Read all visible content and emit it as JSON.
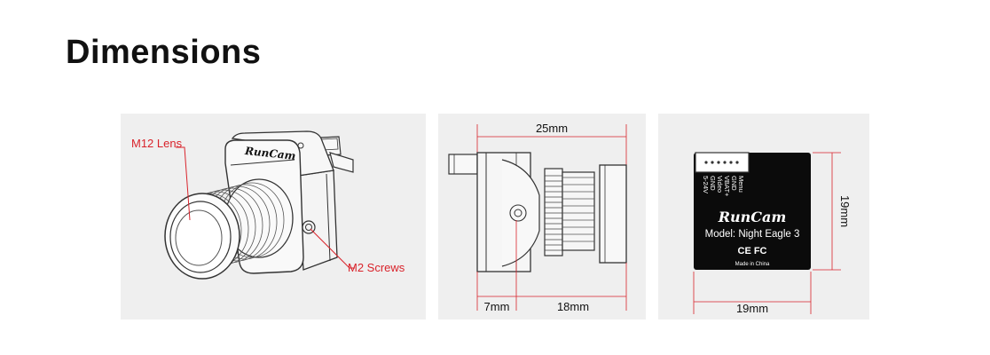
{
  "page": {
    "title": "Dimensions"
  },
  "colors": {
    "accent_red": "#d9232b",
    "line_gray": "#3a3a3a",
    "panel_bg": "#efefef",
    "board_black": "#0b0b0b"
  },
  "panel_front": {
    "label_lens": "M12 Lens",
    "label_screws": "M2 Screws",
    "brand_logo": "RunCam"
  },
  "panel_side": {
    "dim_total": "25mm",
    "dim_body": "7mm",
    "dim_lens": "18mm"
  },
  "panel_back": {
    "dim_width": "19mm",
    "dim_height": "19mm",
    "pins": [
      "5-24V",
      "GND",
      "Video",
      "VBAT+",
      "GND",
      "Menu"
    ],
    "brand_logo": "RunCam",
    "model": "Model: Night Eagle 3",
    "certs": "CE FC",
    "origin": "Made in China"
  }
}
